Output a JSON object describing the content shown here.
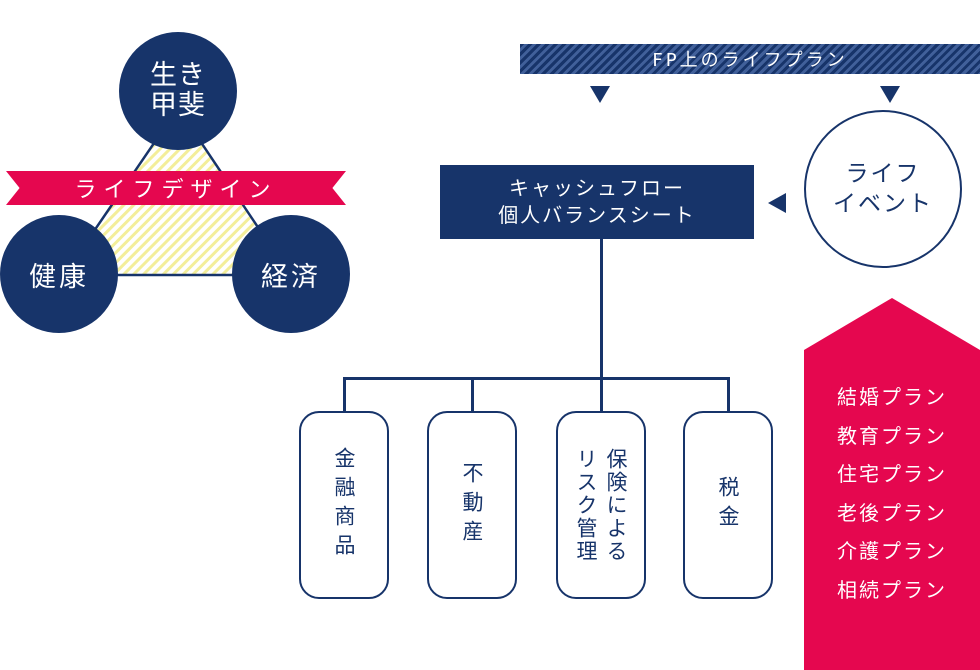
{
  "triad": {
    "top": "生き\n甲斐",
    "left": "健康",
    "right": "経済",
    "ribbon": "ライフデザイン"
  },
  "fp_banner": "FP上のライフプラン",
  "main_box": {
    "line1": "キャッシュフロー",
    "line2": "個人バランスシート"
  },
  "life_event": {
    "line1": "ライフ",
    "line2": "イベント"
  },
  "categories": [
    "金融商品",
    "不動産",
    "保険による\nリスク管理",
    "税金"
  ],
  "plans": [
    "結婚プラン",
    "教育プラン",
    "住宅プラン",
    "老後プラン",
    "介護プラン",
    "相続プラン"
  ],
  "colors": {
    "navy": "#17346a",
    "red": "#e5074f",
    "yellow_hatch": "#f3ee9a"
  }
}
